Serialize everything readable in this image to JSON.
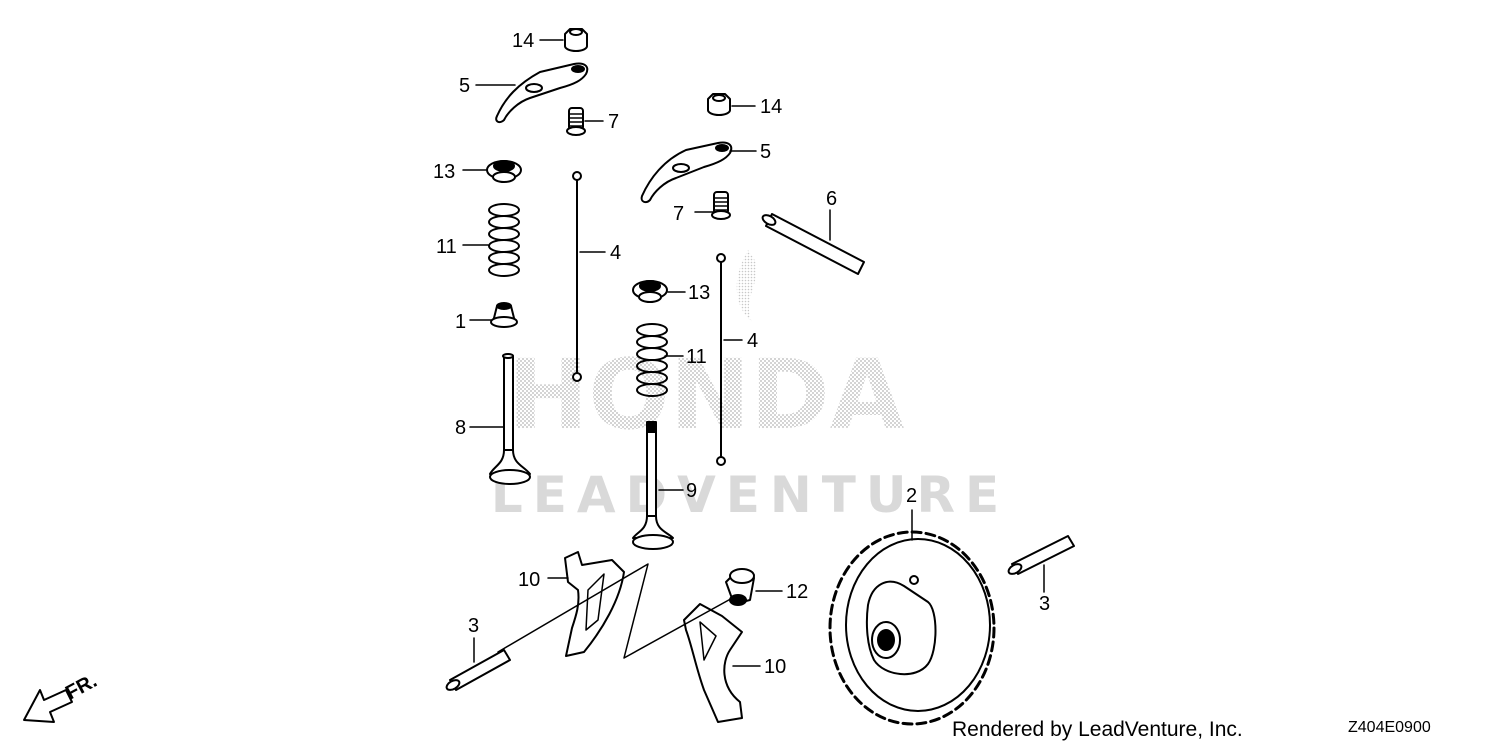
{
  "watermark": {
    "brand": "HONDA",
    "vendor": "LEADVENTURE"
  },
  "footer": {
    "credit": "Rendered by LeadVenture, Inc.",
    "drawing_number": "Z404E0900"
  },
  "front_indicator": "FR.",
  "callouts": [
    {
      "ref": "14",
      "part": "nut"
    },
    {
      "ref": "5",
      "part": "rocker-arm"
    },
    {
      "ref": "7",
      "part": "pivot-bolt"
    },
    {
      "ref": "13",
      "part": "spring-retainer"
    },
    {
      "ref": "11",
      "part": "valve-spring"
    },
    {
      "ref": "1",
      "part": "valve-stem-seal"
    },
    {
      "ref": "8",
      "part": "intake-valve"
    },
    {
      "ref": "4",
      "part": "push-rod"
    },
    {
      "ref": "14",
      "part": "nut"
    },
    {
      "ref": "5",
      "part": "rocker-arm"
    },
    {
      "ref": "7",
      "part": "pivot-bolt"
    },
    {
      "ref": "6",
      "part": "shaft"
    },
    {
      "ref": "13",
      "part": "spring-retainer"
    },
    {
      "ref": "11",
      "part": "valve-spring"
    },
    {
      "ref": "4",
      "part": "push-rod"
    },
    {
      "ref": "9",
      "part": "exhaust-valve"
    },
    {
      "ref": "2",
      "part": "camshaft-gear"
    },
    {
      "ref": "3",
      "part": "pin"
    },
    {
      "ref": "10",
      "part": "valve-lifter"
    },
    {
      "ref": "12",
      "part": "collar"
    },
    {
      "ref": "10",
      "part": "valve-lifter"
    },
    {
      "ref": "3",
      "part": "pin"
    }
  ]
}
